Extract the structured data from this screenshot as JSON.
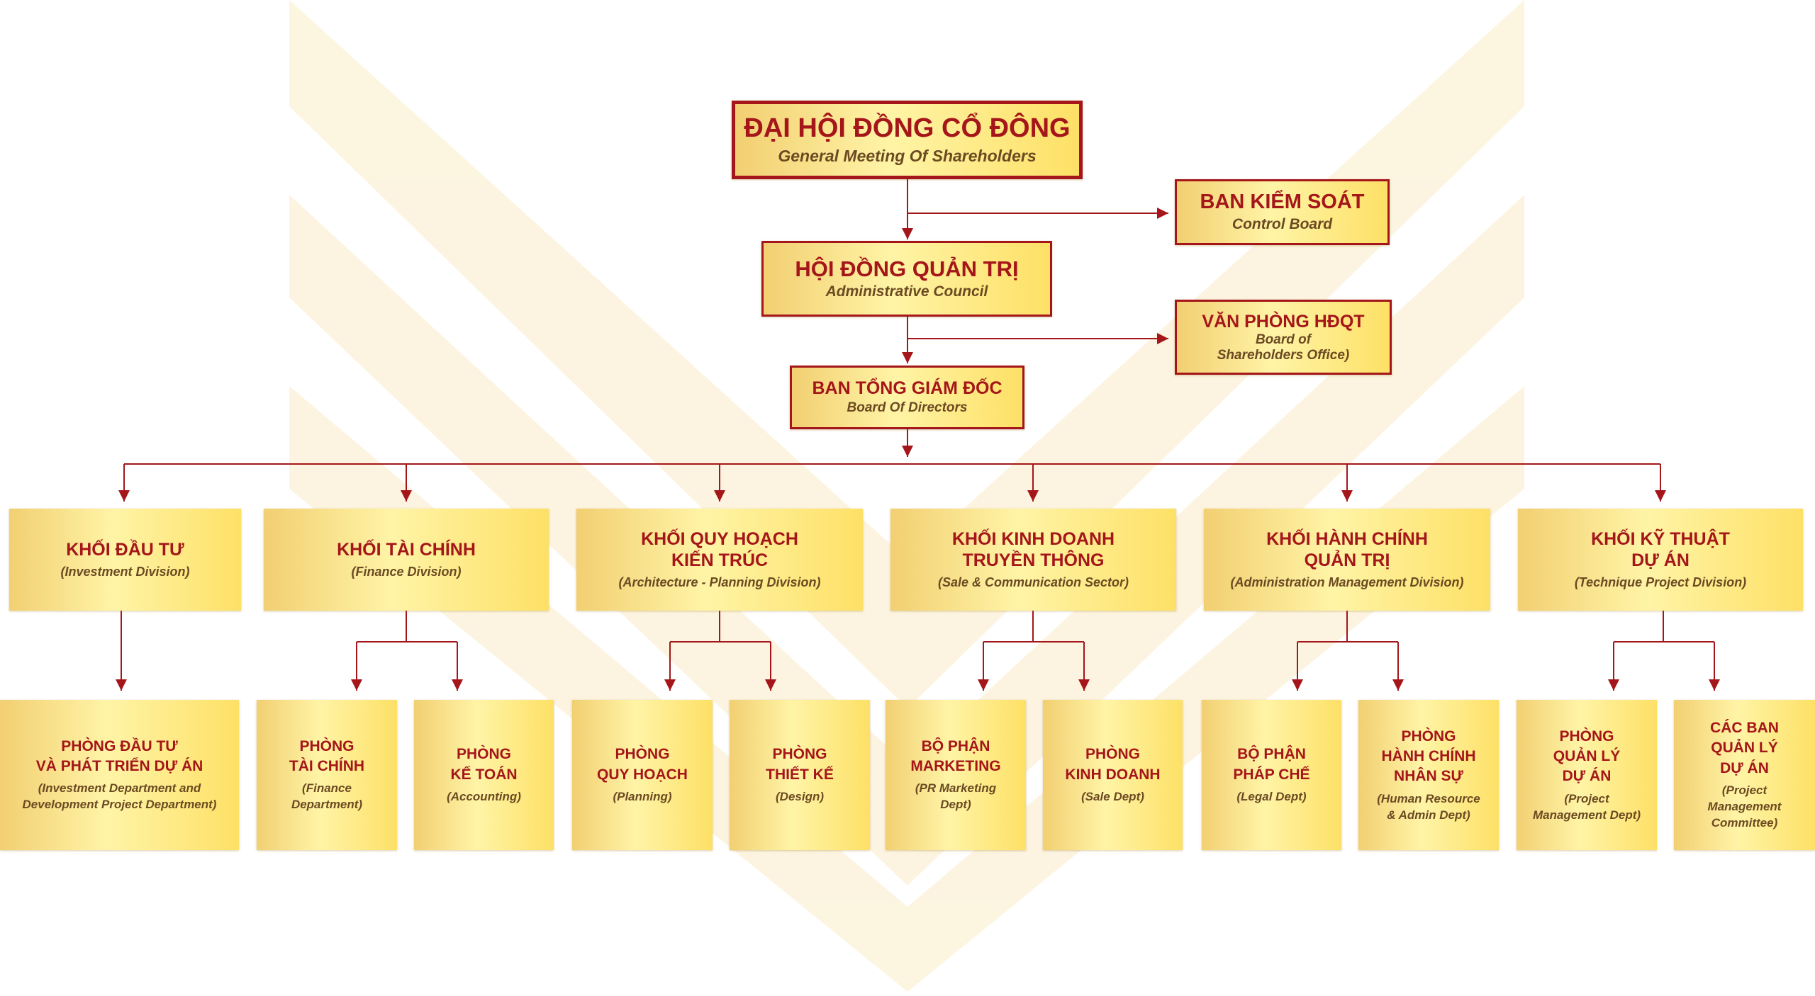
{
  "colors": {
    "line": "#a4161a",
    "title": "#a4161a",
    "subtitle": "#6b4a22",
    "gold_light": "#fff4a6",
    "gold_dark": "#f2cf72",
    "watermark": "#fbf1d6"
  },
  "top": {
    "shareholders": {
      "title": "ĐẠI HỘI ĐỒNG CỔ ĐÔNG",
      "subtitle": "General Meeting Of Shareholders"
    },
    "control_board": {
      "title": "BAN KIỂM SOÁT",
      "subtitle": "Control Board"
    },
    "council": {
      "title": "HỘI ĐỒNG QUẢN TRỊ",
      "subtitle": "Administrative Council"
    },
    "office": {
      "title": "VĂN PHÒNG HĐQT",
      "subtitle": "Board of\nShareholders Office)"
    },
    "directors": {
      "title": "BAN TỔNG GIÁM ĐỐC",
      "subtitle": "Board Of Directors"
    }
  },
  "divisions": [
    {
      "title": "KHỐI ĐẦU TƯ",
      "subtitle": "(Investment Division)"
    },
    {
      "title": "KHỐI TÀI CHÍNH",
      "subtitle": "(Finance Division)"
    },
    {
      "title": "KHỐI QUY HOẠCH\nKIẾN TRÚC",
      "subtitle": "(Architecture - Planning Division)"
    },
    {
      "title": "KHỐI KINH DOANH\nTRUYỀN THÔNG",
      "subtitle": "(Sale & Communication Sector)"
    },
    {
      "title": "KHỐI HÀNH CHÍNH\nQUẢN TRỊ",
      "subtitle": "(Administration Management Division)"
    },
    {
      "title": "KHỐI KỸ THUẬT\nDỰ ÁN",
      "subtitle": "(Technique Project Division)"
    }
  ],
  "departments": [
    {
      "title": "PHÒNG ĐẦU TƯ\nVÀ PHÁT TRIỂN DỰ ÁN",
      "subtitle": "(Investment Department and\nDevelopment Project Department)"
    },
    {
      "title": "PHÒNG\nTÀI CHÍNH",
      "subtitle": "(Finance\nDepartment)"
    },
    {
      "title": "PHÒNG\nKẾ TOÁN",
      "subtitle": "(Accounting)"
    },
    {
      "title": "PHÒNG\nQUY HOẠCH",
      "subtitle": "(Planning)"
    },
    {
      "title": "PHÒNG\nTHIẾT KẾ",
      "subtitle": "(Design)"
    },
    {
      "title": "BỘ PHẬN\nMARKETING",
      "subtitle": "(PR Marketing\nDept)"
    },
    {
      "title": "PHÒNG\nKINH DOANH",
      "subtitle": "(Sale Dept)"
    },
    {
      "title": "BỘ PHẬN\nPHÁP CHẾ",
      "subtitle": "(Legal Dept)"
    },
    {
      "title": "PHÒNG\nHÀNH CHÍNH\nNHÂN SỰ",
      "subtitle": "(Human Resource\n& Admin Dept)"
    },
    {
      "title": "PHÒNG\nQUẢN LÝ\nDỰ ÁN",
      "subtitle": "(Project\nManagement Dept)"
    },
    {
      "title": "CÁC BAN\nQUẢN LÝ\nDỰ ÁN",
      "subtitle": "(Project\nManagement\nCommittee)"
    }
  ]
}
